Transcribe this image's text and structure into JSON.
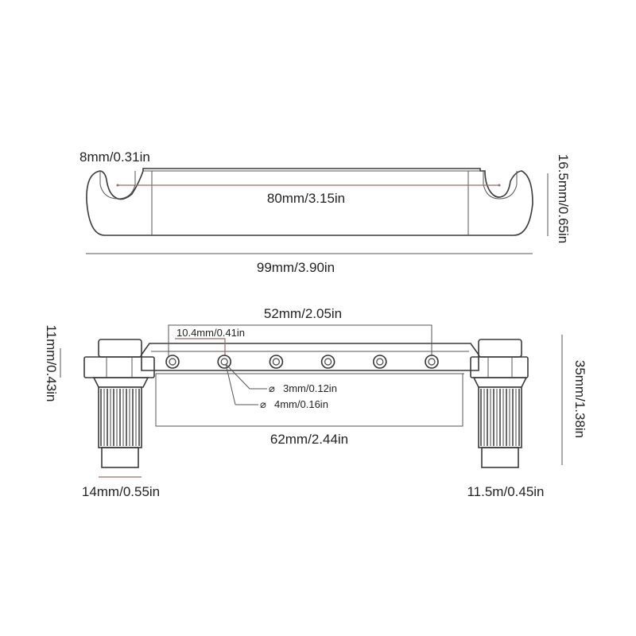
{
  "diagram": {
    "top_view": {
      "dim_slot_width": "8mm/0.31in",
      "dim_inner_length": "80mm/3.15in",
      "dim_total_length": "99mm/3.90in",
      "dim_height": "16.5mm/0.65in"
    },
    "front_view": {
      "dim_outer_hole_span": "52mm/2.05in",
      "dim_hole_spacing": "10.4mm/0.41in",
      "dim_inner_hole": "3mm/0.12in",
      "dim_outer_hole": "4mm/0.16in",
      "dim_base_length": "62mm/2.44in",
      "dim_top_height": "11mm/0.43in",
      "dim_total_height": "35mm/1.38in",
      "dim_stud_width_left": "14mm/0.55in",
      "dim_stud_width_right": "11.5m/0.45in",
      "diameter_symbol": "⌀"
    },
    "string_hole_count": 6
  }
}
